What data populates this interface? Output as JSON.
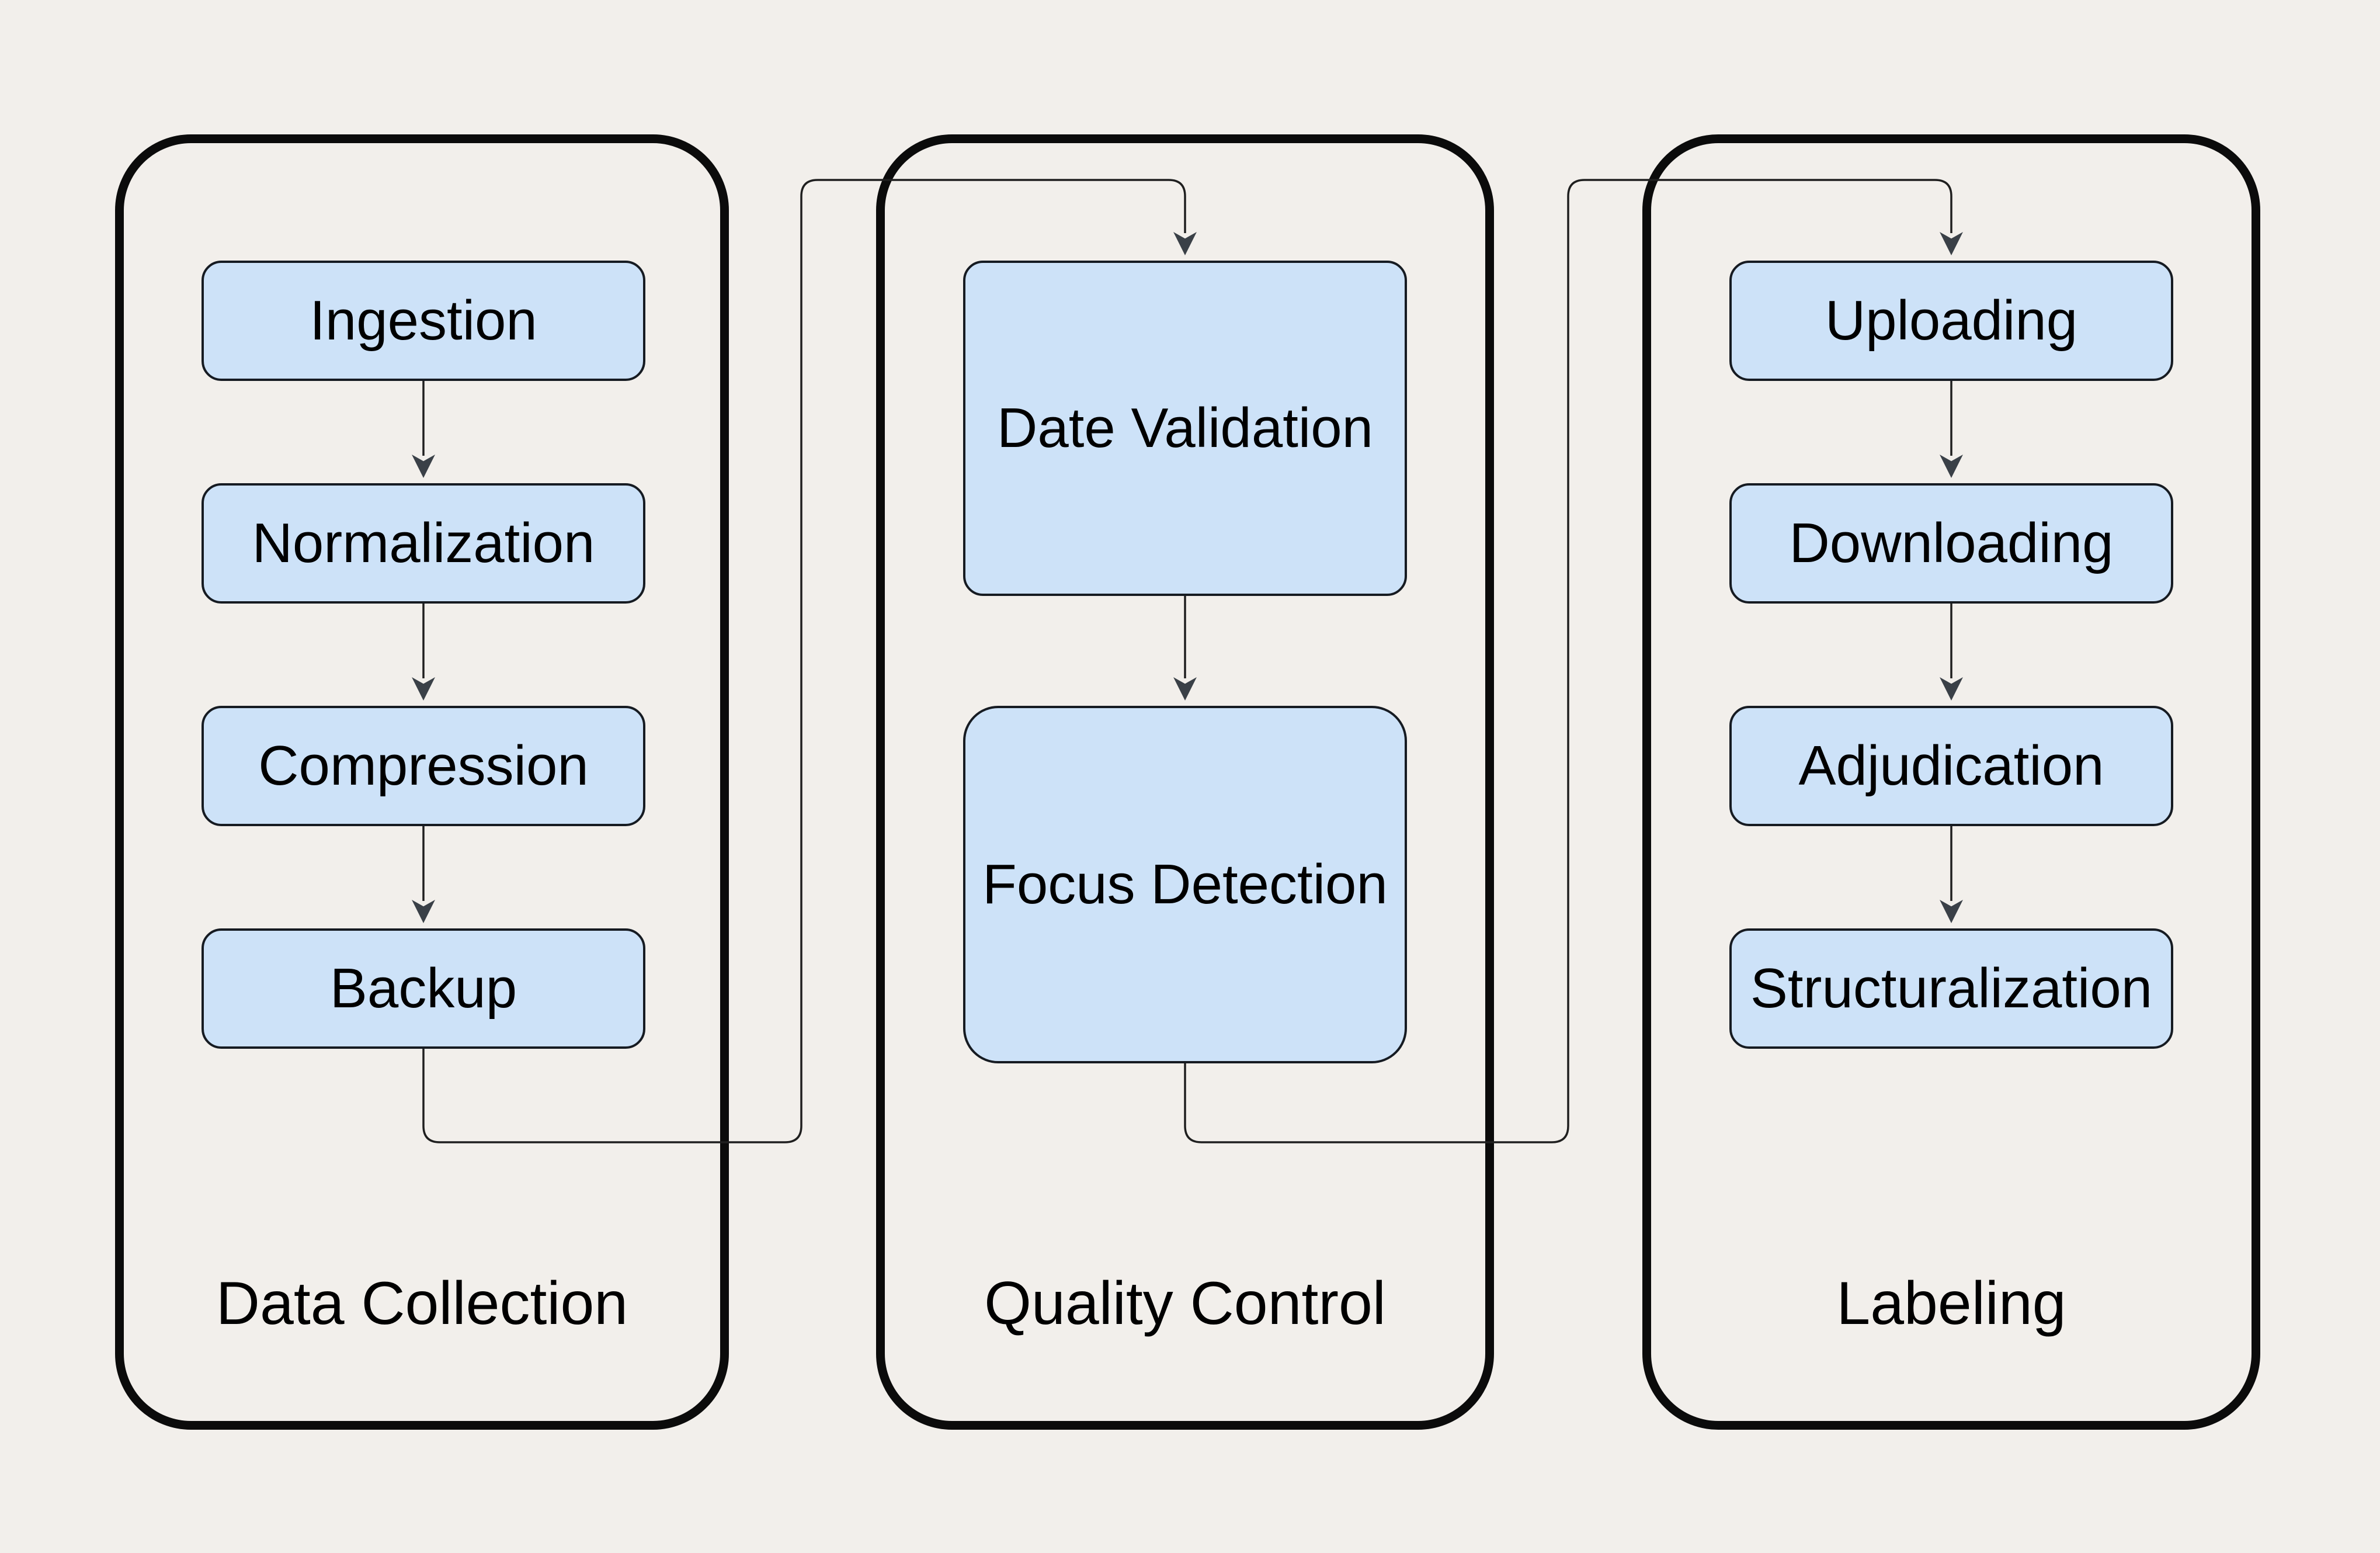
{
  "diagram": {
    "stages": [
      {
        "label": "Data Collection",
        "nodes": [
          "Ingestion",
          "Normalization",
          "Compression",
          "Backup"
        ]
      },
      {
        "label": "Quality Control",
        "nodes": [
          "Date Validation",
          "Focus Detection"
        ]
      },
      {
        "label": "Labeling",
        "nodes": [
          "Uploading",
          "Downloading",
          "Adjudication",
          "Structuralization"
        ]
      }
    ],
    "flows": [
      {
        "from": "Ingestion",
        "to": "Normalization"
      },
      {
        "from": "Normalization",
        "to": "Compression"
      },
      {
        "from": "Compression",
        "to": "Backup"
      },
      {
        "from": "Backup",
        "to": "Date Validation"
      },
      {
        "from": "Date Validation",
        "to": "Focus Detection"
      },
      {
        "from": "Focus Detection",
        "to": "Uploading"
      },
      {
        "from": "Uploading",
        "to": "Downloading"
      },
      {
        "from": "Downloading",
        "to": "Adjudication"
      },
      {
        "from": "Adjudication",
        "to": "Structuralization"
      }
    ],
    "colors": {
      "background": "#f2efeb",
      "node_fill": "#cde2f8",
      "node_border": "#161b22",
      "container_border": "#0b0b0b",
      "connector": "#1f1f1f",
      "arrowhead": "#3a4047",
      "text": "#000000"
    }
  }
}
